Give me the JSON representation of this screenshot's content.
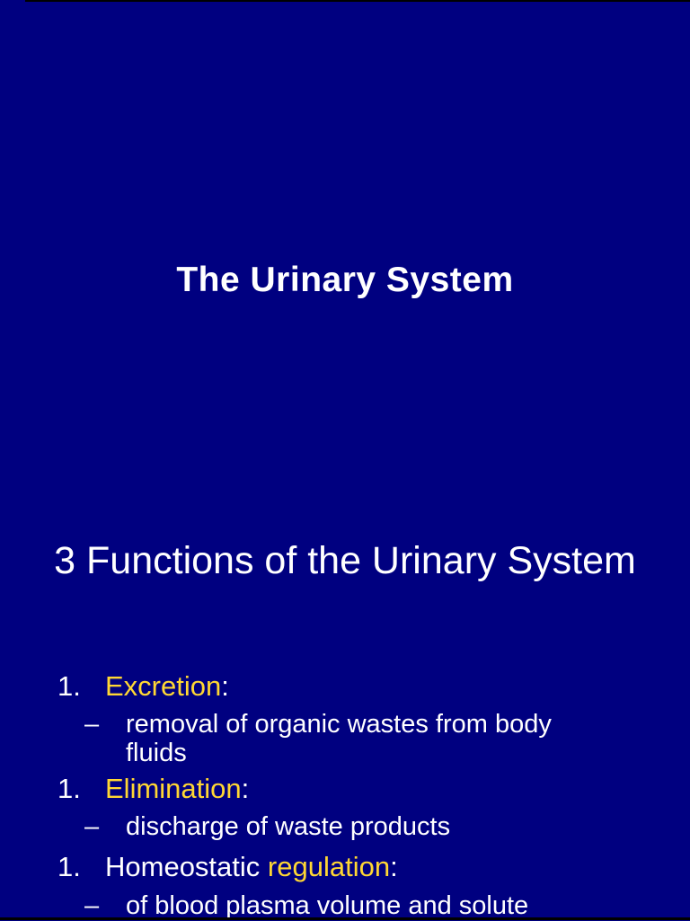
{
  "colors": {
    "background": "#000080",
    "text_white": "#FFFFFF",
    "keyword_yellow": "#FFD733",
    "edge_black": "#000000"
  },
  "slide_title": {
    "title": "The Urinary System"
  },
  "slide_functions": {
    "heading": "3 Functions of the Urinary System",
    "bullet_char": "–",
    "items": [
      {
        "number": "1.",
        "prefix": "",
        "keyword": "Excretion",
        "suffix": ":",
        "sub_lines": [
          "removal of organic wastes from body",
          "fluids"
        ]
      },
      {
        "number": "1.",
        "prefix": "",
        "keyword": "Elimination",
        "suffix": ":",
        "sub_lines": [
          "discharge of waste products"
        ]
      },
      {
        "number": "1.",
        "prefix": "Homeostatic ",
        "keyword": "regulation",
        "suffix": ":",
        "sub_lines": [
          "of blood plasma volume and solute"
        ]
      }
    ]
  }
}
